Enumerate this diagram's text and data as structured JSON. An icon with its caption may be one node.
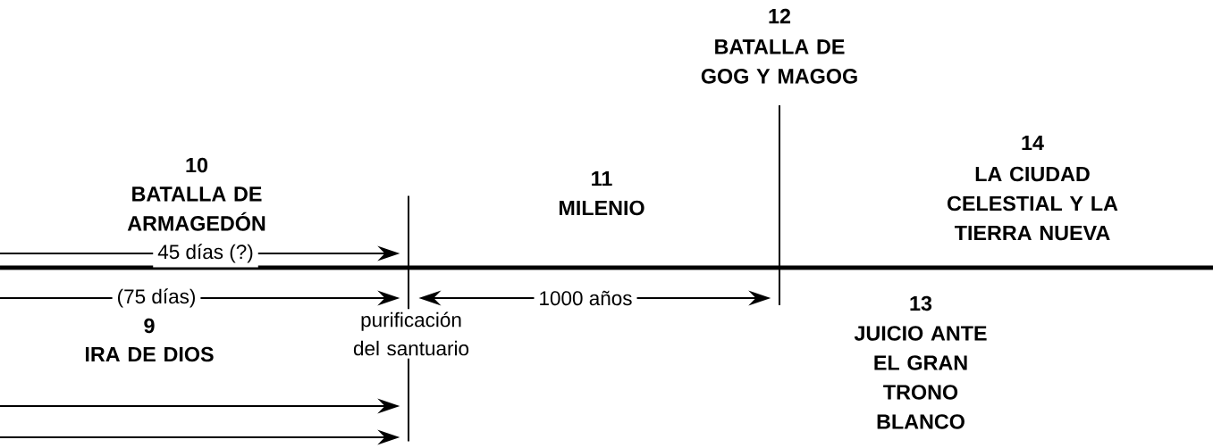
{
  "diagram": {
    "nodes": [
      {
        "text": [],
        "shape": "bar"
      },
      {
        "text": [],
        "shape": "bar"
      }
    ],
    "edges": [
      {
        "from": null,
        "to": 0,
        "arrow": "to",
        "label": "45 días (?)"
      },
      {
        "from": null,
        "to": 0,
        "arrow": "to",
        "label": "(75 días)"
      },
      {
        "from": 0,
        "to": 1,
        "arrow": "both",
        "label": "1000 años"
      },
      {
        "from": null,
        "to": 0,
        "arrow": "to"
      },
      {
        "from": null,
        "to": 0,
        "arrow": "to"
      }
    ],
    "labels": [
      "12",
      "BATALLA DE GOG Y MAGOG",
      "10",
      "BATALLA DE ARMAGEDÓN",
      "11",
      "MILENIO",
      "14",
      "LA CIUDAD CELESTIAL Y LA TIERRA NUEVA",
      "9",
      "IRA DE DIOS",
      "purificación del santuario",
      "13",
      "JUICIO ANTE EL GRAN TRONO BLANCO"
    ]
  }
}
